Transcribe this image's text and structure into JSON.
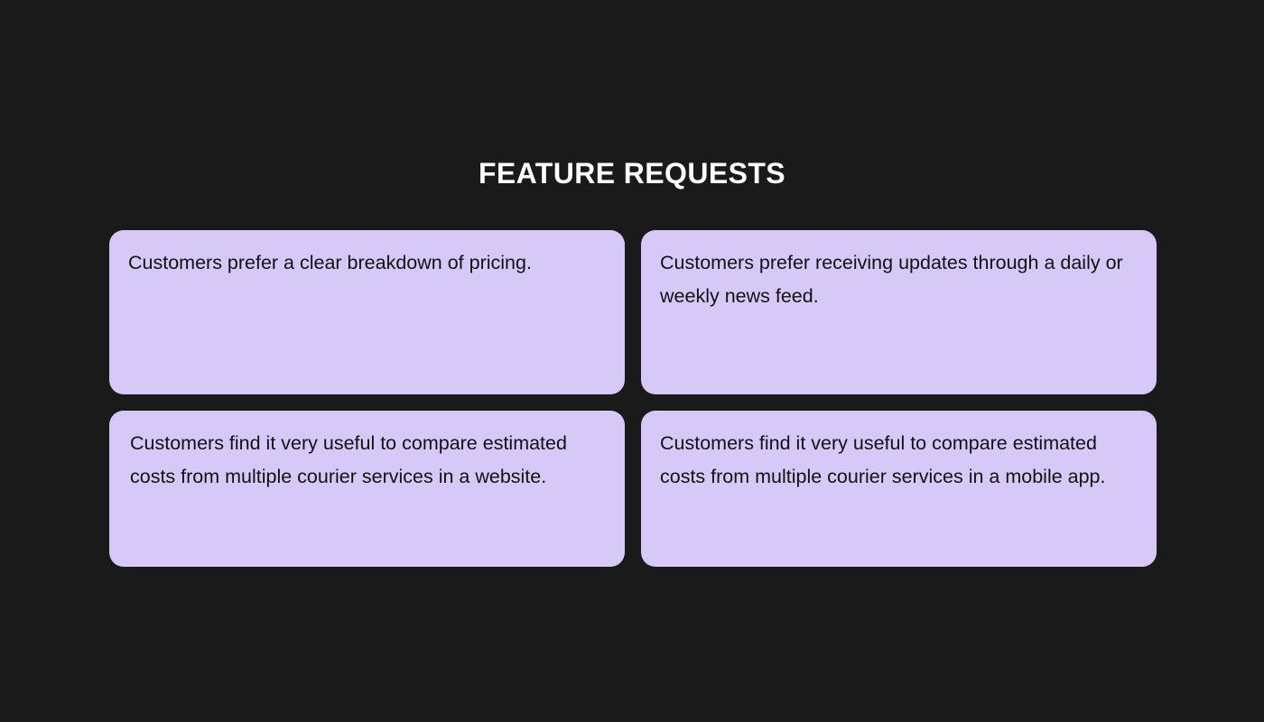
{
  "slide": {
    "background_color": "#1a1a1a",
    "title": "FEATURE REQUESTS",
    "title_color": "#ffffff",
    "card_color": "#d6c8f7",
    "card_text_color": "#121212"
  },
  "cards": [
    {
      "text": "Customers prefer a clear breakdown of pricing."
    },
    {
      "text": "Customers prefer receiving updates through a daily or weekly news feed."
    },
    {
      "text": "Customers find it very useful to compare estimated costs from multiple courier services in a website."
    },
    {
      "text": "Customers find it very useful to compare estimated costs from multiple courier services in a mobile app."
    }
  ]
}
